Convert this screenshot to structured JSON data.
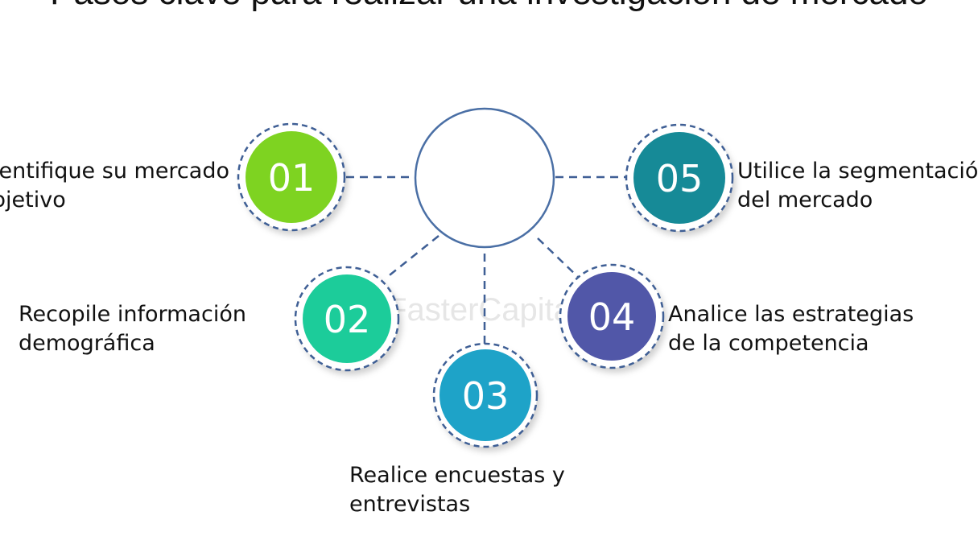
{
  "title": "Pasos clave para realizar una investigación de mercado",
  "watermark": "FasterCapital",
  "colors": {
    "connector": "#3f5f95",
    "center_stroke": "#4a6fa5",
    "step1": "#7ed321",
    "step2": "#1ccc9a",
    "step3": "#1ea3c8",
    "step4": "#5157a8",
    "step5": "#168a97"
  },
  "steps": [
    {
      "number": "01",
      "lines": [
        "Identifique su mercado",
        "objetivo"
      ]
    },
    {
      "number": "02",
      "lines": [
        "Recopile información",
        "demográfica"
      ]
    },
    {
      "number": "03",
      "lines": [
        "Realice encuestas y",
        "entrevistas"
      ]
    },
    {
      "number": "04",
      "lines": [
        "Analice las estrategias",
        "de la competencia"
      ]
    },
    {
      "number": "05",
      "lines": [
        "Utilice la segmentación",
        "del mercado"
      ]
    }
  ]
}
